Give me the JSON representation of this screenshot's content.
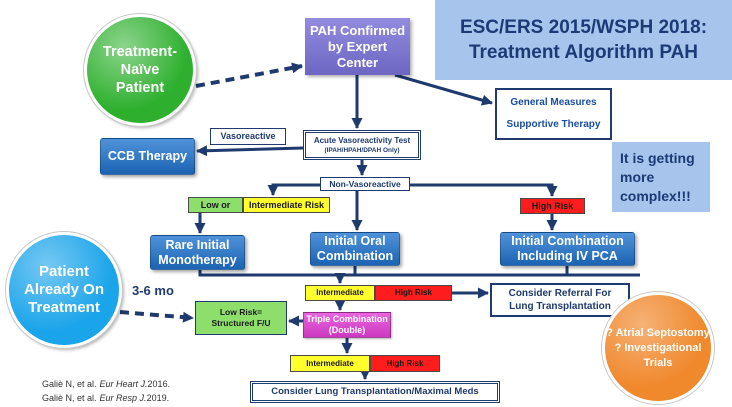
{
  "colors": {
    "navy": "#1f3a6e",
    "title_text": "#1c3a75",
    "title_bg": "#a6c4ec",
    "link_blue": "#1a4ea3",
    "purple": "#7a72d8",
    "green_circle": "#2eb02e",
    "blue_box": "#1f74cf",
    "blue_circle": "#1aa4ea",
    "orange_circle": "#f0882c",
    "magenta": "#e33fd6",
    "yellow": "#ffff2e",
    "red": "#ff1c1c",
    "light_green": "#8ede6c"
  },
  "title": {
    "line1": "ESC/ERS 2015/WSPH 2018:",
    "line2": "Treatment Algorithm PAH"
  },
  "naive_patient": {
    "line1": "Treatment-",
    "line2": "Naïve",
    "line3": "Patient"
  },
  "pah_confirmed": {
    "line1": "PAH Confirmed",
    "line2": "by Expert",
    "line3": "Center"
  },
  "general_measures": {
    "line1": "General Measures",
    "line2": "Supportive Therapy"
  },
  "acute_test": {
    "line1": "Acute Vasoreactivity Test",
    "line2": "(IPAH/HPAH/DPAH Only)"
  },
  "vasoreactive_label": "Vasoreactive",
  "ccb_therapy": "CCB Therapy",
  "non_vasoreactive_label": "Non-Vasoreactive",
  "complexity_note": {
    "line1": "It is getting",
    "line2": "more",
    "line3": "complex!!!"
  },
  "initial_risk": {
    "low_or": "Low or",
    "intermediate": "Intermediate Risk",
    "high": "High Risk"
  },
  "rare_monotherapy": {
    "line1": "Rare Initial",
    "line2": "Monotherapy"
  },
  "oral_combination": {
    "line1": "Initial Oral",
    "line2": "Combination"
  },
  "iv_combination": {
    "line1": "Initial Combination",
    "line2": "Including IV PCA"
  },
  "already_on_treatment": {
    "line1": "Patient",
    "line2": "Already On",
    "line3": "Treatment"
  },
  "followup_interval": "3-6 mo",
  "low_risk": {
    "line1": "Low Risk=",
    "line2": "Structured F/U"
  },
  "followup_risk_1": {
    "intermediate": "Intermediate",
    "high": "High Risk"
  },
  "referral": {
    "line1": "Consider Referral For",
    "line2": "Lung Transplantation"
  },
  "triple_combination": {
    "line1": "Triple Combination",
    "line2": "(Double)"
  },
  "followup_risk_2": {
    "intermediate": "Intermediate",
    "high": "High Risk"
  },
  "lung_transplant": "Consider Lung Transplantation/Maximal Meds",
  "advanced_options": {
    "line1": "? Atrial Septostomy",
    "line2": "? Investigational",
    "line3": "Trials"
  },
  "references": [
    {
      "author": "Galiè N, et al.",
      "journal": "Eur Heart J.",
      "year": "2016."
    },
    {
      "author": "Galiè N, et al.",
      "journal": "Eur Resp J.",
      "year": "2019."
    }
  ]
}
